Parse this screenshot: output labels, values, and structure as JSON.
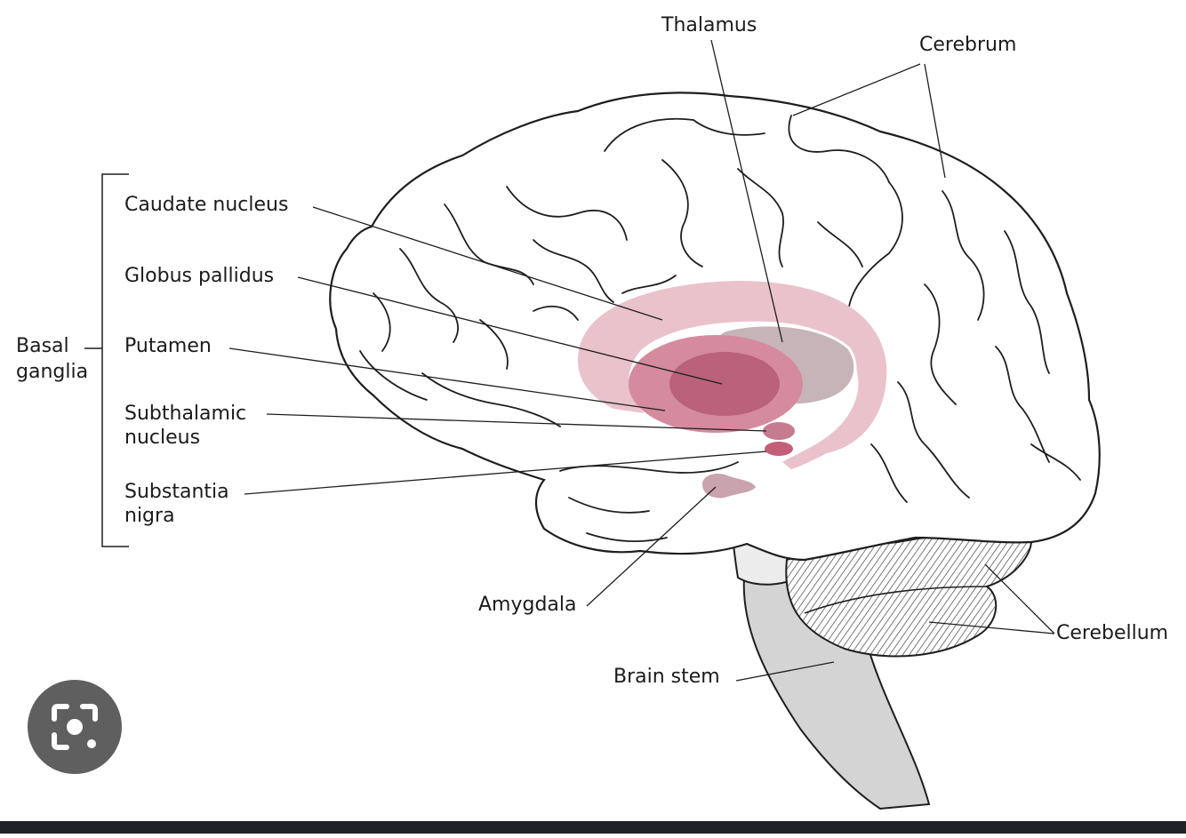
{
  "diagram": {
    "labels": {
      "thalamus": "Thalamus",
      "cerebrum": "Cerebrum",
      "caudate": "Caudate nucleus",
      "globus": "Globus pallidus",
      "basal1": "Basal",
      "basal2": "ganglia",
      "putamen": "Putamen",
      "subthal1": "Subthalamic",
      "subthal2": "nucleus",
      "substantia1": "Substantia",
      "substantia2": "nigra",
      "amygdala": "Amygdala",
      "cerebellum": "Cerebellum",
      "brainstem": "Brain stem"
    },
    "colors": {
      "outline": "#1e1e1e",
      "caudate": "#e9c2cb",
      "putamen": "#d58a9e",
      "globus": "#b9627a",
      "thalamus": "#c6b4b9",
      "subthalamic": "#c67b90",
      "substantia": "#c35e78",
      "amygdala": "#c9a3ad",
      "brainstem": "#d4d4d4",
      "brainstem_upper": "#ececec",
      "lens_button": "#5f5f5f",
      "bottom_bar": "#202124"
    }
  },
  "ui": {
    "lens_icon": "lens-search-icon"
  }
}
